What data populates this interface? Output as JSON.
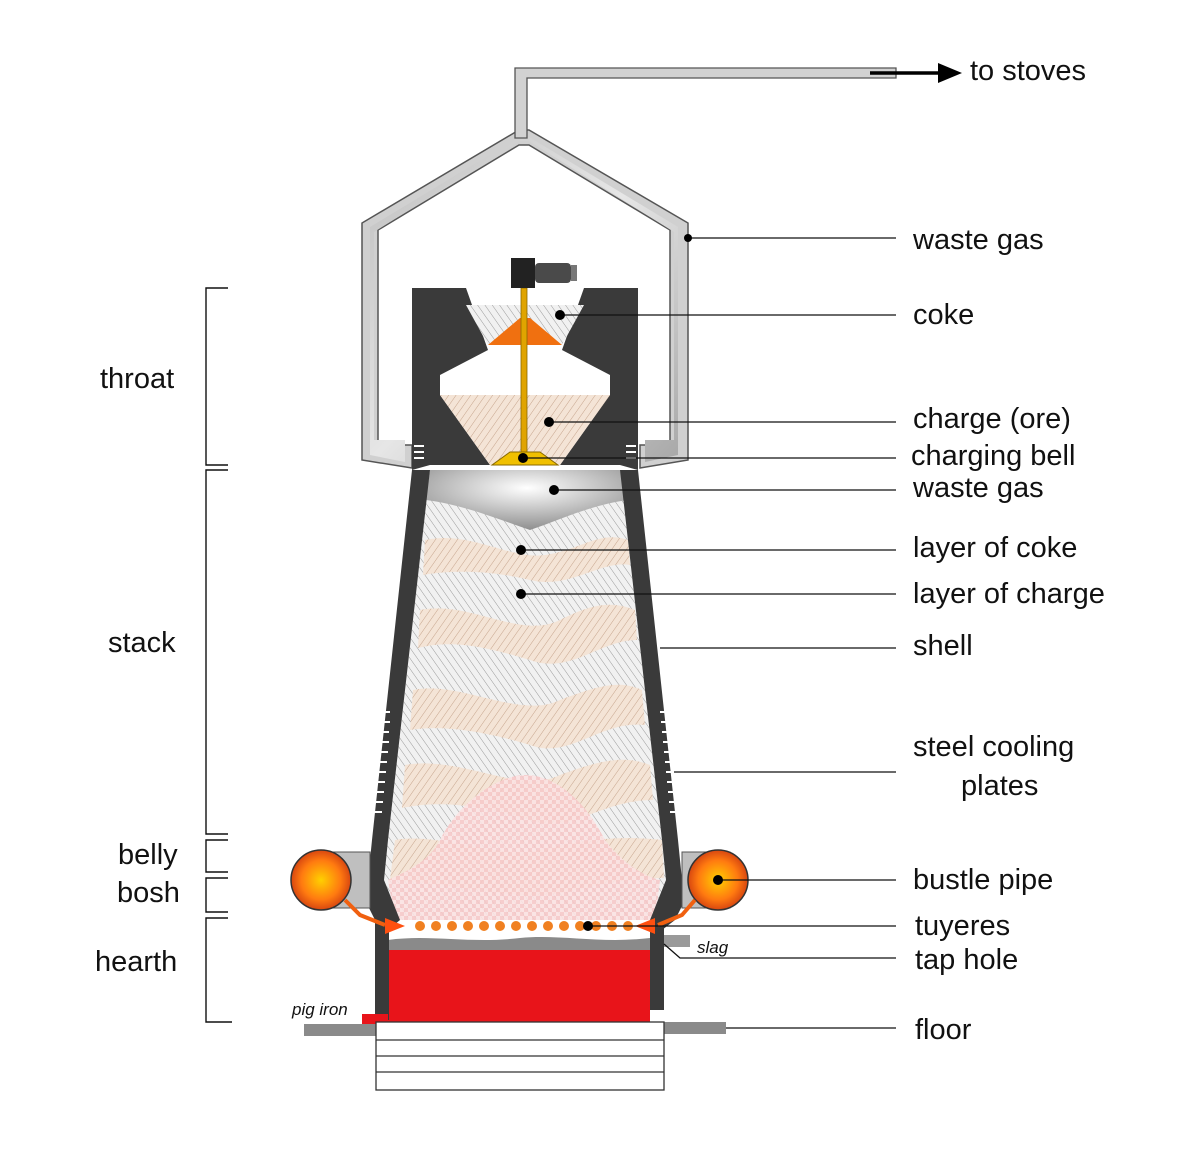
{
  "outlet_label": "to stoves",
  "right_labels": {
    "waste_gas_top": "waste gas",
    "coke": "coke",
    "charge_ore": "charge (ore)",
    "charging_bell": "charging bell",
    "waste_gas": "waste gas",
    "layer_of_coke": "layer of coke",
    "layer_of_charge": "layer of charge",
    "shell": "shell",
    "cooling_plates_1": "steel cooling",
    "cooling_plates_2": "plates",
    "bustle_pipe": "bustle pipe",
    "tuyeres": "tuyeres",
    "tap_hole": "tap hole",
    "floor": "floor"
  },
  "zones": {
    "throat": "throat",
    "stack": "stack",
    "belly": "belly",
    "bosh": "bosh",
    "hearth": "hearth"
  },
  "inner_labels": {
    "slag": "slag",
    "pig_iron": "pig iron"
  },
  "colors": {
    "wall": "#3a3a3a",
    "molten_iron": "#e8141a",
    "bell": "#f0c000",
    "coke_cone": "#f07010",
    "bustle": "#f06010",
    "charge_fill": "#f3e1d2",
    "hot_zone": "#f9d6d6"
  }
}
